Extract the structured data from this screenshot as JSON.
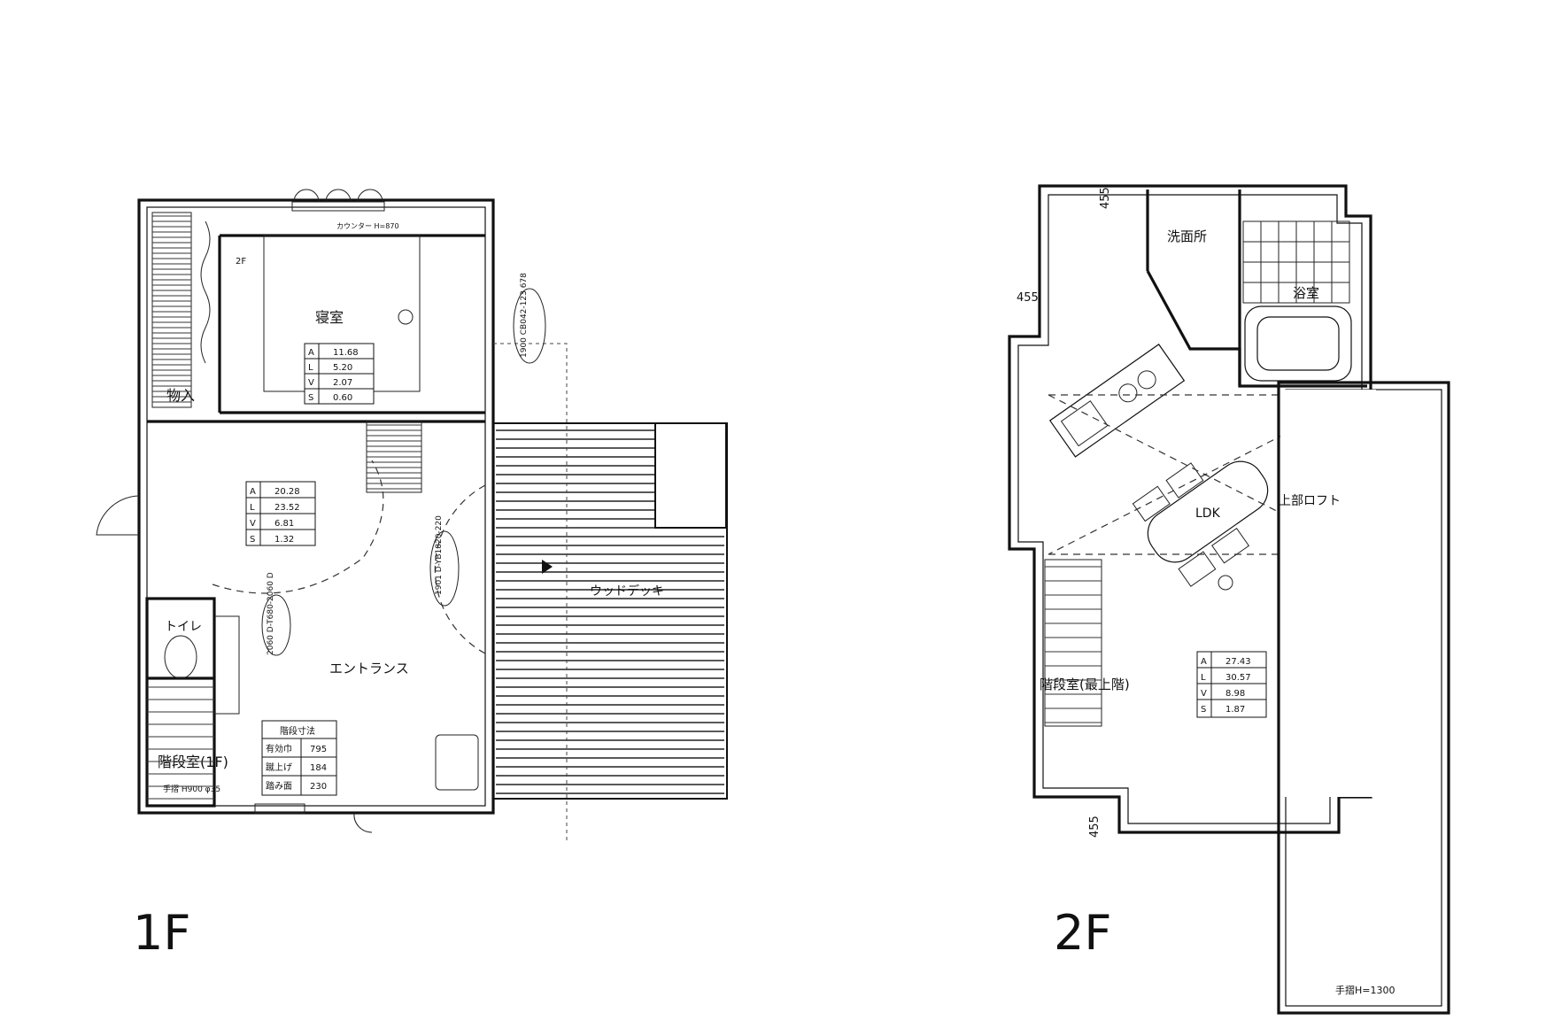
{
  "floors": [
    {
      "label": "1F",
      "rooms": {
        "bedroom": "寝室",
        "storage": "物入",
        "toilet": "トイレ",
        "stair": "階段室(1F)",
        "entrance": "エントランス",
        "deck": "ウッドデッキ"
      },
      "annotations": {
        "counter": "カウンター H=870",
        "up": "2F",
        "handrail": "手摺 H900 φ35",
        "door1": "1901 D-YB1820-220",
        "door2": "2060 D-T680-2060 D",
        "door3": "1900 CB042-123 678"
      },
      "bedroom_table": [
        [
          "A",
          "11.68"
        ],
        [
          "L",
          "5.20"
        ],
        [
          "V",
          "2.07"
        ],
        [
          "S",
          "0.60"
        ]
      ],
      "entrance_table": [
        [
          "A",
          "20.28"
        ],
        [
          "L",
          "23.52"
        ],
        [
          "V",
          "6.81"
        ],
        [
          "S",
          "1.32"
        ]
      ],
      "stair_table": {
        "title": "階段寸法",
        "rows": [
          [
            "有効巾",
            "795"
          ],
          [
            "蹴上げ",
            "184"
          ],
          [
            "踏み面",
            "230"
          ]
        ]
      }
    },
    {
      "label": "2F",
      "rooms": {
        "washroom": "洗面所",
        "bath": "浴室",
        "ldk": "LDK",
        "loft": "上部ロフト",
        "stair": "階段室(最上階)"
      },
      "annotations": {
        "dim_top": "455",
        "dim_left": "455",
        "dim_bottom": "455",
        "handrail": "手摺H=1300"
      },
      "ldk_table": [
        [
          "A",
          "27.43"
        ],
        [
          "L",
          "30.57"
        ],
        [
          "V",
          "8.98"
        ],
        [
          "S",
          "1.87"
        ]
      ]
    }
  ]
}
